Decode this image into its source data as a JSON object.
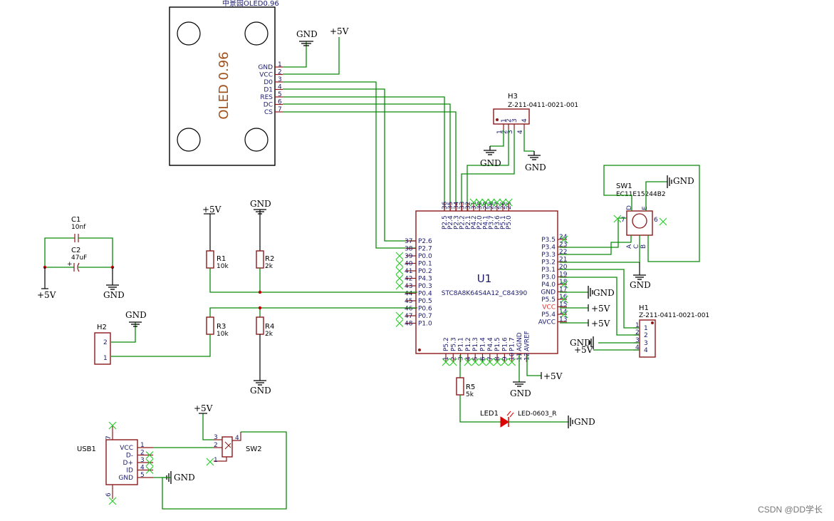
{
  "oled": {
    "title": "中景园OLED0.96",
    "body_label": "OLED 0.96",
    "pins": [
      {
        "num": "1",
        "name": "GND"
      },
      {
        "num": "2",
        "name": "VCC"
      },
      {
        "num": "3",
        "name": "D0"
      },
      {
        "num": "4",
        "name": "D1"
      },
      {
        "num": "5",
        "name": "RES"
      },
      {
        "num": "6",
        "name": "DC"
      },
      {
        "num": "7",
        "name": "CS"
      }
    ]
  },
  "nets": {
    "gnd": "GND",
    "vcc5": "+5V",
    "vcc": "VCC"
  },
  "h3": {
    "ref": "H3",
    "part": "Z-211-0411-0021-001",
    "pins": [
      "1",
      "2",
      "3",
      "4"
    ]
  },
  "h1": {
    "ref": "H1",
    "part": "Z-211-0411-0021-001",
    "pins": [
      "1",
      "2",
      "3",
      "4"
    ]
  },
  "h2": {
    "ref": "H2",
    "pins": [
      "2",
      "1"
    ]
  },
  "sw1": {
    "ref": "SW1",
    "part": "EC11E15244B2",
    "pins": {
      "d": "D",
      "e": "E",
      "a": "A",
      "c": "C",
      "b": "B",
      "p7": "7",
      "p6": "6"
    }
  },
  "sw2": {
    "ref": "SW2",
    "pins": [
      "3",
      "2",
      "1",
      "4"
    ]
  },
  "u1": {
    "ref": "U1",
    "part": "STC8A8K64S4A12_C84390",
    "top_nums": [
      "36",
      "35",
      "34",
      "33",
      "32",
      "31",
      "30",
      "29",
      "28",
      "27",
      "26",
      "25"
    ],
    "top_names": [
      "P2.5",
      "P2.4",
      "P2.3",
      "P2.2",
      "P2.1",
      "P4.2",
      "P2.0",
      "P4.1",
      "P3.7",
      "P3.6",
      "P5.1",
      "P5.0"
    ],
    "left": [
      {
        "num": "37",
        "name": "P2.6"
      },
      {
        "num": "38",
        "name": "P2.7"
      },
      {
        "num": "39",
        "name": "P0.0"
      },
      {
        "num": "40",
        "name": "P0.1"
      },
      {
        "num": "41",
        "name": "P0.2"
      },
      {
        "num": "42",
        "name": "P4.3"
      },
      {
        "num": "43",
        "name": "P0.3"
      },
      {
        "num": "44",
        "name": "P0.4"
      },
      {
        "num": "45",
        "name": "P0.5"
      },
      {
        "num": "46",
        "name": "P0.6"
      },
      {
        "num": "47",
        "name": "P0.7"
      },
      {
        "num": "48",
        "name": "P1.0"
      }
    ],
    "right": [
      {
        "num": "24",
        "name": "P3.5"
      },
      {
        "num": "23",
        "name": "P3.4"
      },
      {
        "num": "22",
        "name": "P3.3"
      },
      {
        "num": "21",
        "name": "P3.2"
      },
      {
        "num": "20",
        "name": "P3.1"
      },
      {
        "num": "19",
        "name": "P3.0"
      },
      {
        "num": "18",
        "name": "P4.0"
      },
      {
        "num": "17",
        "name": "GND"
      },
      {
        "num": "16",
        "name": "P5.5"
      },
      {
        "num": "15",
        "name": "VCC"
      },
      {
        "num": "14",
        "name": "P5.4"
      },
      {
        "num": "13",
        "name": "AVCC"
      }
    ],
    "bottom_names": [
      "P5.2",
      "P5.3",
      "P1.1",
      "P1.2",
      "P1.3",
      "P1.4",
      "P4.4",
      "P1.5",
      "P1.6",
      "P1.7",
      "AGND",
      "AVREF"
    ],
    "bottom_nums": [
      "1",
      "2",
      "3",
      "4",
      "5",
      "6",
      "7",
      "8",
      "9",
      "10",
      "11",
      "12"
    ]
  },
  "c1": {
    "ref": "C1",
    "value": "10nf"
  },
  "c2": {
    "ref": "C2",
    "value": "47uF"
  },
  "r1": {
    "ref": "R1",
    "value": "10k"
  },
  "r2": {
    "ref": "R2",
    "value": "2k"
  },
  "r3": {
    "ref": "R3",
    "value": "10k"
  },
  "r4": {
    "ref": "R4",
    "value": "2k"
  },
  "r5": {
    "ref": "R5",
    "value": "5k"
  },
  "led1": {
    "ref": "LED1",
    "part": "LED-0603_R"
  },
  "usb1": {
    "ref": "USB1",
    "pins": [
      {
        "num": "1",
        "name": "VCC"
      },
      {
        "num": "2",
        "name": "D-"
      },
      {
        "num": "3",
        "name": "D+"
      },
      {
        "num": "4",
        "name": "ID"
      },
      {
        "num": "5",
        "name": "GND"
      }
    ],
    "top_pin": "7",
    "bottom_pin": "6"
  },
  "watermark": "CSDN @DD学长"
}
